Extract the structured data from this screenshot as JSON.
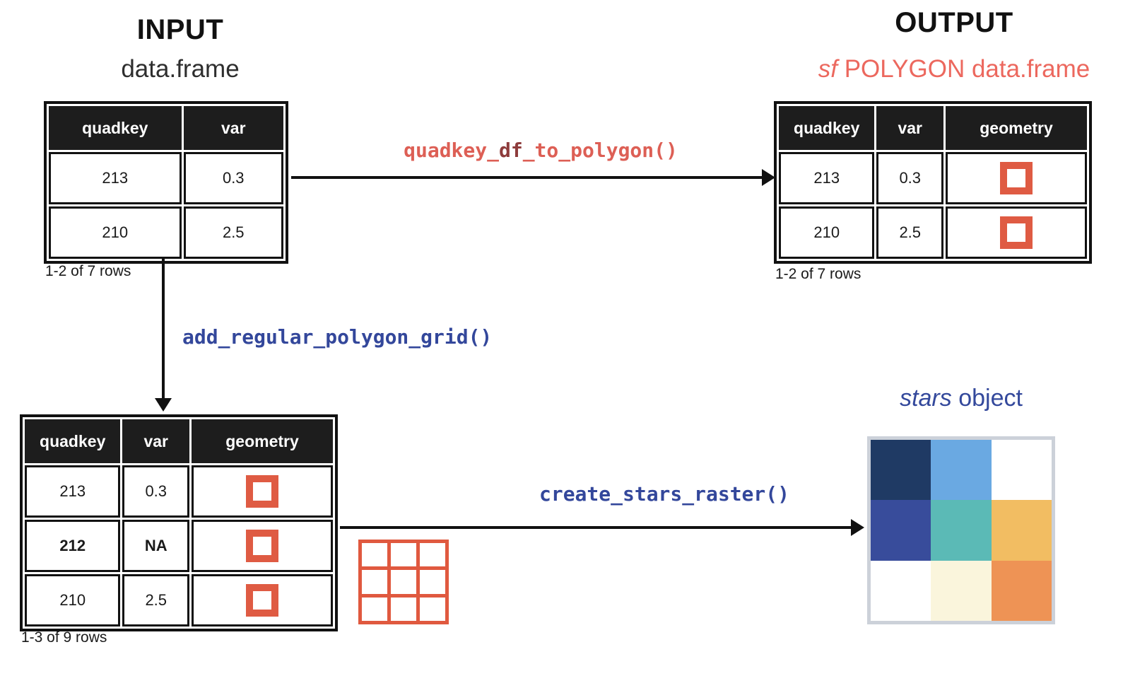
{
  "input": {
    "title": "INPUT",
    "subtitle": "data.frame",
    "table": {
      "headers": [
        "quadkey",
        "var"
      ],
      "rows": [
        [
          "213",
          "0.3"
        ],
        [
          "210",
          "2.5"
        ]
      ],
      "caption": "1-2 of 7 rows"
    }
  },
  "output": {
    "title": "OUTPUT",
    "subtitle_italic": "sf",
    "subtitle_rest": " POLYGON data.frame",
    "table": {
      "headers": [
        "quadkey",
        "var",
        "geometry"
      ],
      "rows": [
        [
          "213",
          "0.3"
        ],
        [
          "210",
          "2.5"
        ]
      ],
      "geometry_icon": "orange-hollow-square",
      "caption": "1-2 of 7 rows"
    }
  },
  "grid_table": {
    "headers": [
      "quadkey",
      "var",
      "geometry"
    ],
    "rows": [
      [
        "213",
        "0.3"
      ],
      [
        "212",
        "NA"
      ],
      [
        "210",
        "2.5"
      ]
    ],
    "bold_row_index": 1,
    "geometry_icon": "orange-hollow-square",
    "caption": "1-3 of 9 rows"
  },
  "functions": {
    "quadkey_df_to_polygon": {
      "part1": "quadkey_",
      "part2": "df",
      "part3": "_to_polygon()"
    },
    "add_regular_polygon_grid": "add_regular_polygon_grid()",
    "create_stars_raster": "create_stars_raster()"
  },
  "stars": {
    "label_italic": "stars",
    "label_rest": " object",
    "raster_colors": [
      [
        "#1f3a64",
        "#6aa9e2",
        "#ffffff"
      ],
      [
        "#384c9b",
        "#5bbab6",
        "#f2bd62"
      ],
      [
        "#ffffff",
        "#faf5dc",
        "#ee9355"
      ]
    ]
  },
  "colors": {
    "salmon_heading": "#ec685e",
    "function_red": "#dd5f55",
    "function_dark_red": "#8e3c3c",
    "function_blue": "#33479b",
    "grid_orange": "#e0593f",
    "square_icon_orange": "#df5b43",
    "table_header_bg": "#1d1d1d",
    "raster_border_gray": "#ccd1d9"
  }
}
